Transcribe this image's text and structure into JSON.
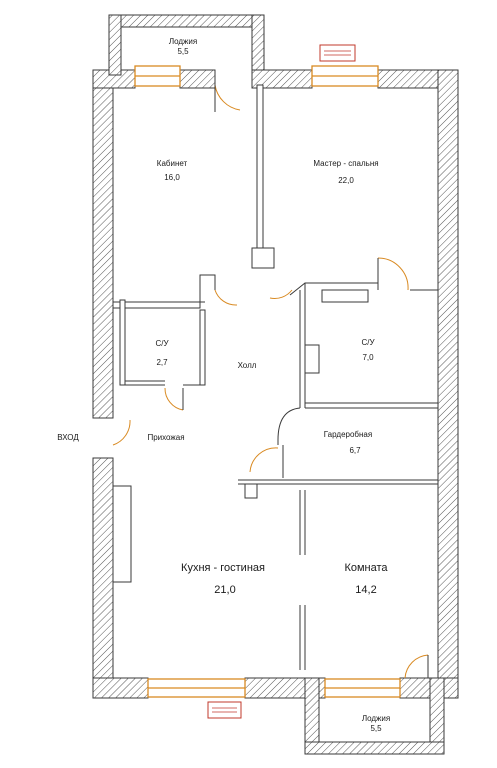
{
  "rooms": {
    "loggia_top": {
      "name": "Лоджия",
      "area": "5,5"
    },
    "cabinet": {
      "name": "Кабинет",
      "area": "16,0"
    },
    "master": {
      "name": "Мастер - спальня",
      "area": "22,0"
    },
    "bath_small": {
      "name": "С/У",
      "area": "2,7"
    },
    "hall": {
      "name": "Холл"
    },
    "bath_big": {
      "name": "С/У",
      "area": "7,0"
    },
    "entry": {
      "name": "Прихожая"
    },
    "wardrobe": {
      "name": "Гардеробная",
      "area": "6,7"
    },
    "kitchen": {
      "name": "Кухня - гостиная",
      "area": "21,0"
    },
    "room": {
      "name": "Комната",
      "area": "14,2"
    },
    "loggia_bottom": {
      "name": "Лоджия",
      "area": "5,5"
    }
  },
  "entrance_label": "ВХОД",
  "colors": {
    "wall_hatch": "#3a3a3a",
    "window": "#d98a22",
    "sign": "#c0392b"
  }
}
